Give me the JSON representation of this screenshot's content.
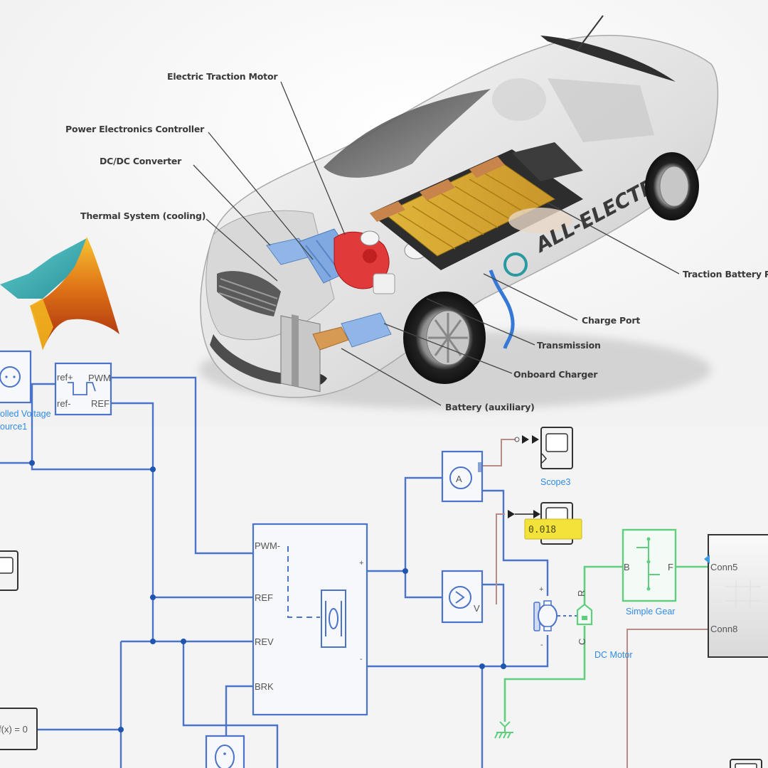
{
  "illustration": {
    "title": "All-electric vehicle cutaway",
    "body_decal": "ALL-ELECTRIC",
    "callouts": [
      {
        "id": "motor",
        "label": "Electric Traction Motor"
      },
      {
        "id": "pec",
        "label": "Power Electronics Controller"
      },
      {
        "id": "dcdc",
        "label": "DC/DC Converter"
      },
      {
        "id": "thermal",
        "label": "Thermal System (cooling)"
      },
      {
        "id": "traction_battery",
        "label": "Traction Battery Pack"
      },
      {
        "id": "charge_port",
        "label": "Charge Port"
      },
      {
        "id": "transmission",
        "label": "Transmission"
      },
      {
        "id": "charger",
        "label": "Onboard Charger"
      },
      {
        "id": "aux_battery",
        "label": "Battery (auxiliary)"
      }
    ]
  },
  "logo": {
    "name": "matlab-membrane-logo"
  },
  "simulink": {
    "voltage_source": {
      "label_line1": "olled Voltage",
      "label_line2": "ource1"
    },
    "pwm_block": {
      "ports_in": [
        "ref+",
        "ref-"
      ],
      "ports_out": [
        "PWM",
        "REF"
      ]
    },
    "h_bridge": {
      "ports": [
        "PWM-",
        "REF",
        "REV",
        "BRK"
      ]
    },
    "ammeter": {
      "symbol": "A"
    },
    "voltmeter": {
      "symbol": "V",
      "port": "V"
    },
    "scope3": {
      "label": "Scope3"
    },
    "display": {
      "value": "0.018"
    },
    "dc_motor": {
      "label": "DC Motor",
      "port_r": "R",
      "port_c": "C"
    },
    "simple_gear": {
      "label": "Simple Gear",
      "port_b": "B",
      "port_f": "F"
    },
    "subsystem": {
      "ports": [
        "Conn5",
        "Conn8"
      ]
    },
    "solver": {
      "label": "f(x) = 0"
    },
    "colors": {
      "electrical": "#4a73c9",
      "mechanical": "#5fcf7e",
      "signal": "#b98a86",
      "label": "#2f8be6"
    }
  }
}
